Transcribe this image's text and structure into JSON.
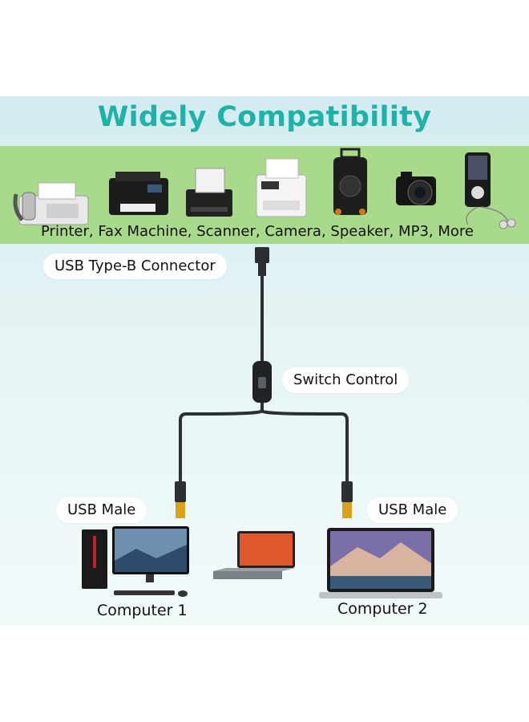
{
  "banner": {
    "title": "Widely Compatibility",
    "devices_caption": "Printer, Fax Machine, Scanner, Camera, Speaker, MP3, More",
    "devices": [
      "fax-machine",
      "printer",
      "scanner",
      "inkjet-printer",
      "speaker",
      "camera",
      "mp3-player"
    ]
  },
  "labels": {
    "connector_top": "USB Type-B Connector",
    "switch": "Switch Control",
    "left_plug": "USB Male",
    "right_plug": "USB Male",
    "computer_1": "Computer 1",
    "computer_2": "Computer 2"
  },
  "colors": {
    "title": "#1fb3a8",
    "band": "#a9d98b",
    "panel": "#dff1f2",
    "cable": "#2b2f33",
    "plug_gold": "#d9a21c"
  }
}
